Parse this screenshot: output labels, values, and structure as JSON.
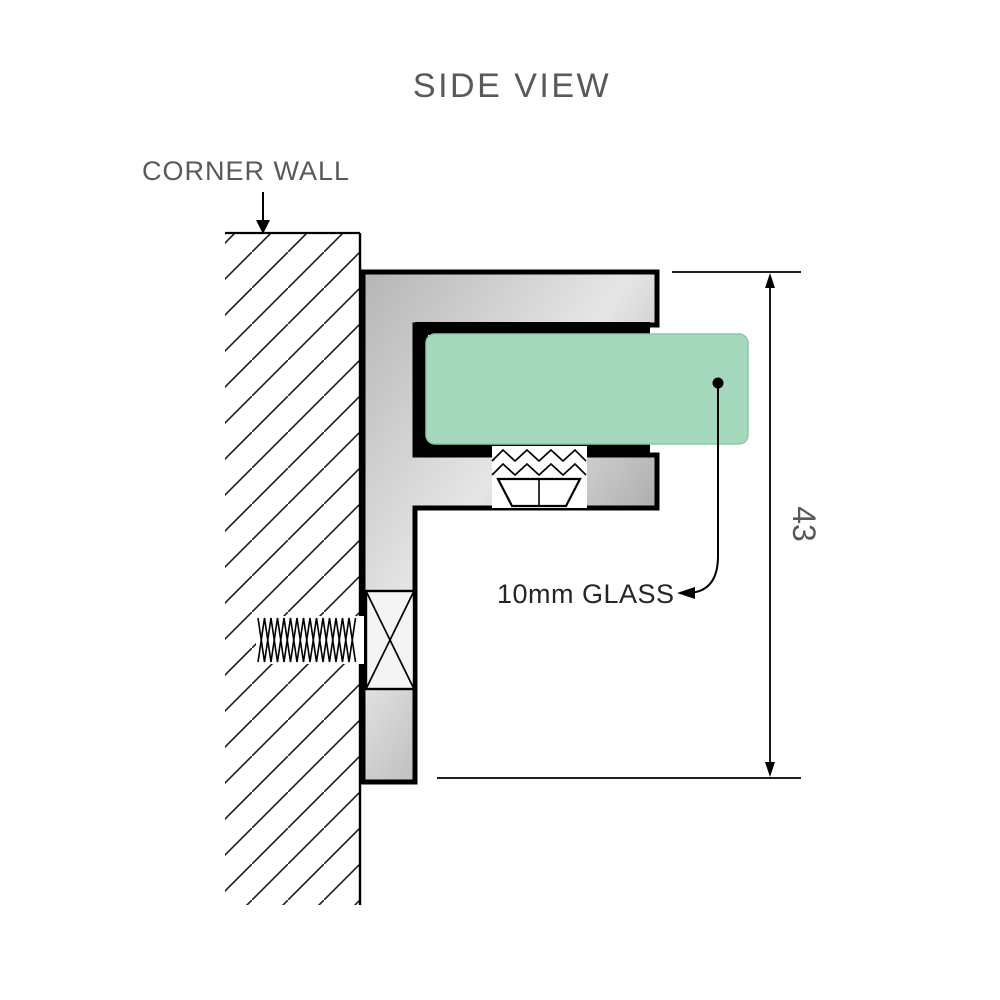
{
  "title": "SIDE VIEW",
  "labels": {
    "corner_wall": "CORNER WALL",
    "glass_callout": "10mm GLASS",
    "dimension_value": "43"
  },
  "colors": {
    "text_muted": "#595959",
    "text_dark": "#262626",
    "line": "#000000",
    "glass_fill": "#a5d8bd",
    "glass_edge": "#8cc7a8",
    "metal_light": "#e6e6e6",
    "metal_mid": "#b5b5b5",
    "metal_dark": "#838383"
  }
}
